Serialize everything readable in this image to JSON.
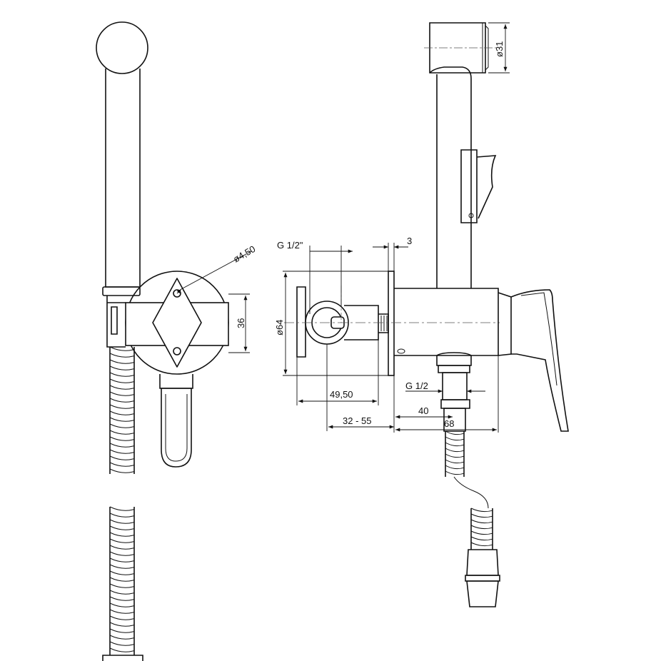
{
  "dimensions": {
    "d31": "ø31",
    "d4_50": "ø4,50",
    "g_half_inch": "G 1/2\"",
    "three": "3",
    "d64": "ø64",
    "thirty_six": "36",
    "forty_nine_50": "49,50",
    "range_32_55": "32 - 55",
    "g_half": "G 1/2",
    "forty": "40",
    "sixty_eight": "68"
  },
  "colors": {
    "line": "#111111",
    "background": "#ffffff"
  }
}
